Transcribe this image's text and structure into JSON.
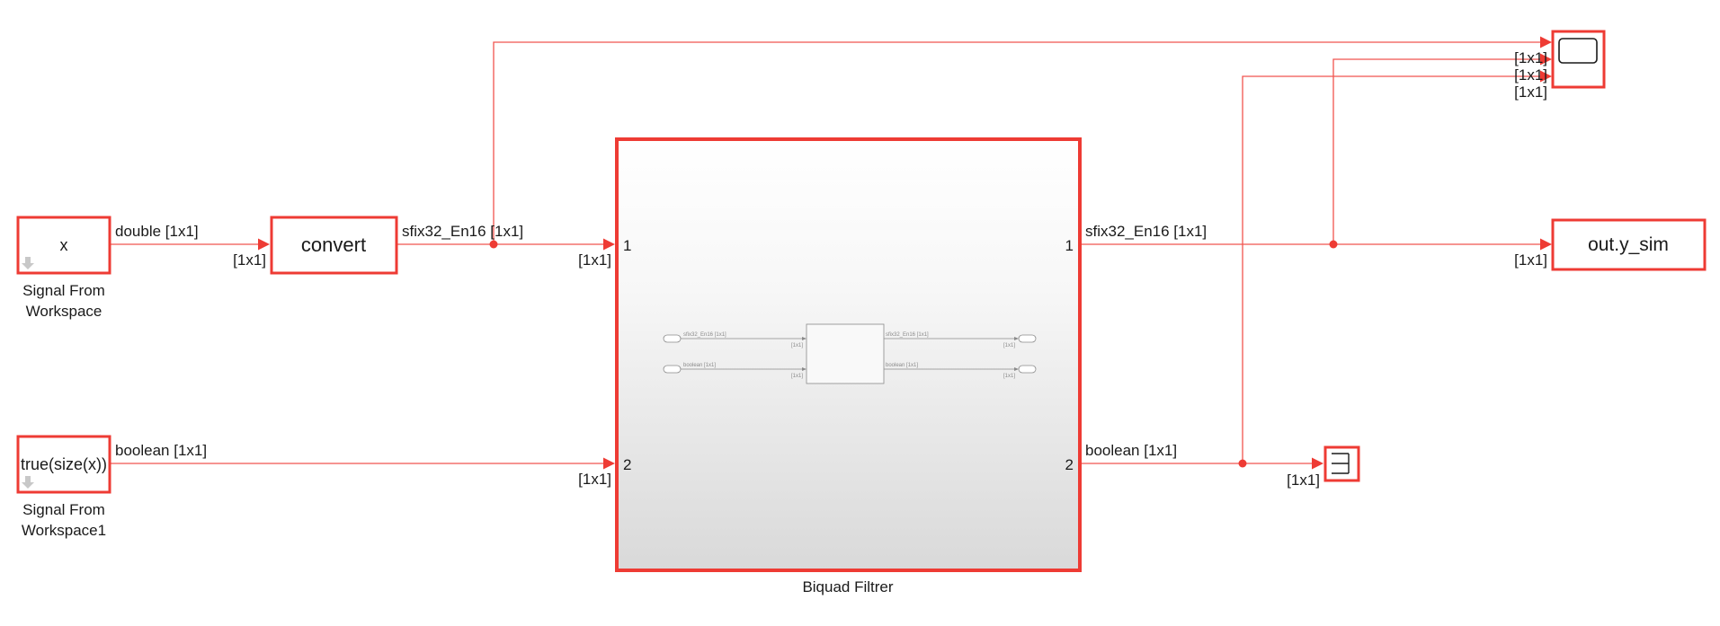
{
  "blocks": {
    "sfw": {
      "content": "x",
      "name_line1": "Signal From",
      "name_line2": "Workspace"
    },
    "sfw1": {
      "content": "true(size(x))",
      "name_line1": "Signal From",
      "name_line2": "Workspace1"
    },
    "convert": {
      "content": "convert"
    },
    "subsystem": {
      "name": "Biquad Filtrer",
      "in_port_1": "1",
      "in_port_2": "2",
      "out_port_1": "1",
      "out_port_2": "2",
      "preview": {
        "in_sig_1": "sfix32_En16 [1x1]",
        "in_sig_2": "boolean [1x1]",
        "out_sig_1": "sfix32_En16 [1x1]",
        "out_sig_2": "boolean [1x1]",
        "dim": "[1x1]"
      }
    },
    "outport": {
      "content": "out.y_sim"
    }
  },
  "signals": {
    "sfw_out_type": "double [1x1]",
    "convert_in_dim": "[1x1]",
    "convert_out_type": "sfix32_En16 [1x1]",
    "sub_in1_dim": "[1x1]",
    "sfw1_out_type": "boolean [1x1]",
    "sub_in2_dim": "[1x1]",
    "sub_out1_type": "sfix32_En16 [1x1]",
    "outport_in_dim": "[1x1]",
    "sub_out2_type": "boolean [1x1]",
    "terminator_in_dim": "[1x1]",
    "scope_in1_dim": "[1x1]",
    "scope_in2_dim": "[1x1]",
    "scope_in3_dim": "[1x1]"
  },
  "colors": {
    "wire": "#f0554f",
    "block_border": "#ee3b34",
    "subsystem_gradient_top": "#ffffff",
    "subsystem_gradient_bottom": "#d9d9d9"
  },
  "icons": {
    "source": "down-arrow-icon",
    "scope": "scope-screen-icon",
    "terminator": "terminator-icon"
  }
}
